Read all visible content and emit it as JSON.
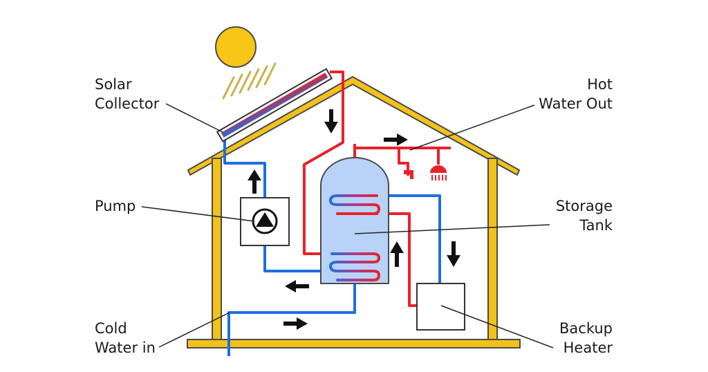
{
  "labels": {
    "solar_collector": [
      "Solar",
      "Collector"
    ],
    "pump": "Pump",
    "cold_water_in": [
      "Cold",
      "Water in"
    ],
    "hot_water_out": [
      "Hot",
      "Water Out"
    ],
    "storage_tank": [
      "Storage",
      "Tank"
    ],
    "backup_heater": [
      "Backup",
      "Heater"
    ]
  },
  "colors": {
    "house_outline": "#f2c21b",
    "house_stroke": "#4a4a4a",
    "sun": "#f7c617",
    "hot_pipe": "#e8222a",
    "cold_pipe": "#1f6fe0",
    "tank_fill": "#b8d3f7",
    "arrow": "#111111",
    "sun_ray": "#c8b14a"
  },
  "icons": [
    "sun-icon",
    "pump-icon",
    "shower-icon",
    "tap-icon",
    "flow-arrow-icon"
  ]
}
